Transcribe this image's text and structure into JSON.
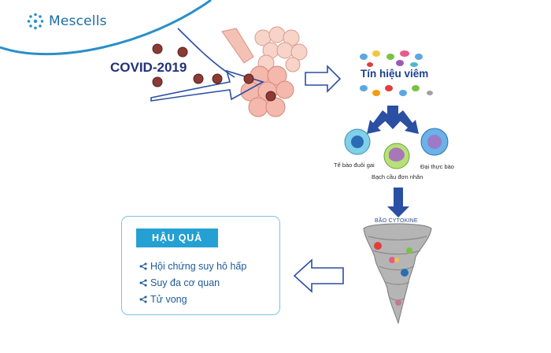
{
  "brand": {
    "name": "Mescells",
    "logo_icon": "dotted-circle-logo",
    "color": "#1b6ea3"
  },
  "covid_label": "COVID-2019",
  "signal_label": "Tín hiệu viêm",
  "cells": {
    "dendritic": "Tế bào đuôi gai",
    "monocyte": "Bạch cầu đơn nhân",
    "macrophage": "Đại thực bào"
  },
  "storm_label": "BÃO CYTOKINE",
  "consequences": {
    "title": "HẬU QUẢ",
    "bullet_icon": "share-icon",
    "items": [
      {
        "label": "Hội chứng suy hô hấp"
      },
      {
        "label": "Suy đa cơ quan"
      },
      {
        "label": "Tử vong"
      }
    ]
  },
  "colors": {
    "accent": "#25a0d3",
    "arrow": "#2a4fa3",
    "lung": "#f4b8ac"
  }
}
